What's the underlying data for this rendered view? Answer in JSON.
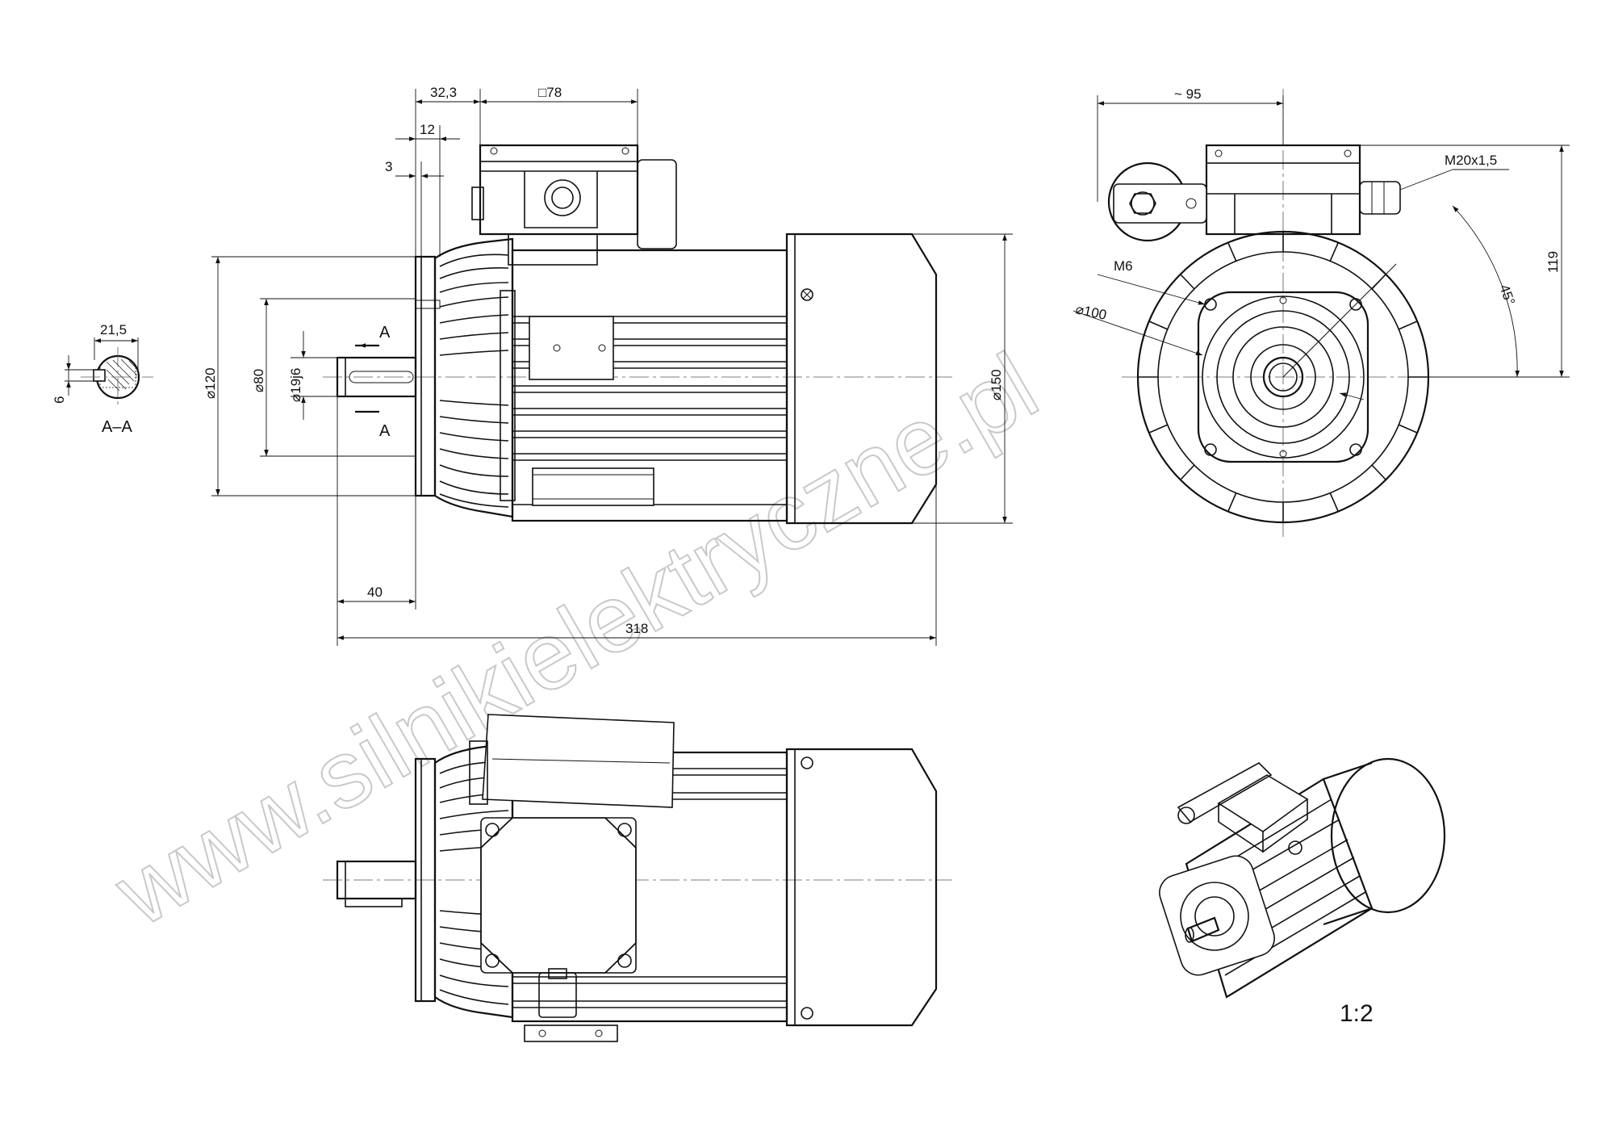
{
  "watermark": "www.silnikielektryczne.pl",
  "scale": "1:2",
  "section_label": "A–A",
  "section_marker": "A",
  "dimensions": {
    "d_32_3": "32,3",
    "d_sq78": "□78",
    "d_12": "12",
    "d_3": "3",
    "d_120": "⌀120",
    "d_80": "⌀80",
    "d_19j6": "⌀19j6",
    "d_150": "⌀150",
    "d_40": "40",
    "d_318": "318",
    "d_21_5": "21,5",
    "d_6": "6",
    "d_95": "~ 95",
    "d_m20": "M20x1,5",
    "d_m6": "M6",
    "d_100": "⌀100",
    "d_119": "119",
    "d_45": "45°"
  }
}
